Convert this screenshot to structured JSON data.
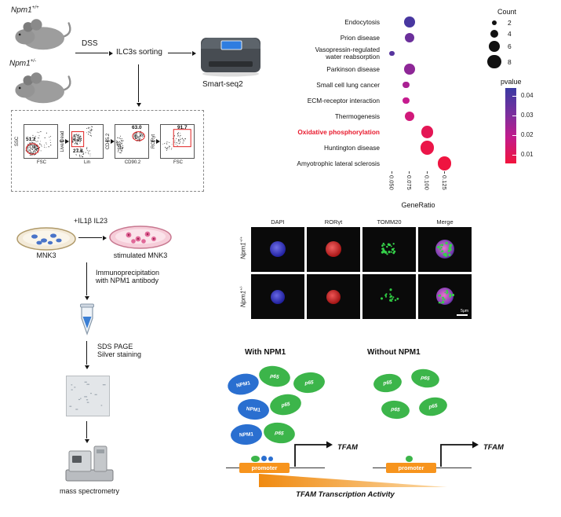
{
  "colors": {
    "highlight_red": "#e8192c",
    "npm1_blue": "#2a6fd0",
    "p65_green": "#3cb54a",
    "promoter_orange": "#f7941d",
    "gate_red": "#e01818"
  },
  "workflow": {
    "mouse1": {
      "gene": "Npm1",
      "genotype": "+/+"
    },
    "mouse2": {
      "gene": "Npm1",
      "genotype": "+/-"
    },
    "dss": "DSS",
    "sorting": "ILC3s sorting",
    "machine": "Smart-seq2",
    "facs": {
      "plots": [
        {
          "ylabel": "SSC",
          "xlabel": "FSC",
          "gate": "51.2"
        },
        {
          "ylabel": "Live/Dead",
          "xlabel": "Lin",
          "gate": "27.8"
        },
        {
          "ylabel": "CD45.2",
          "xlabel": "CD90.2",
          "gate": "63.0"
        },
        {
          "ylabel": "RORγt",
          "xlabel": "FSC",
          "gate": "91.7"
        }
      ]
    }
  },
  "chart_data": {
    "type": "scatter",
    "title": "",
    "xlabel": "GeneRatio",
    "xticks": [
      "0.050",
      "0.075",
      "0.100",
      "0.125"
    ],
    "xlim": [
      0.0375,
      0.1375
    ],
    "highlighted_category": "Oxidative phosphorylation",
    "points": [
      {
        "pathway": "Endocytosis",
        "gene_ratio": 0.075,
        "count": 6,
        "pvalue": 0.04
      },
      {
        "pathway": "Prion disease",
        "gene_ratio": 0.075,
        "count": 5,
        "pvalue": 0.035
      },
      {
        "pathway": "Vasopressin-regulated\nwater reabsorption",
        "gene_ratio": 0.05,
        "count": 2,
        "pvalue": 0.038
      },
      {
        "pathway": "Parkinson disease",
        "gene_ratio": 0.075,
        "count": 6,
        "pvalue": 0.03
      },
      {
        "pathway": "Small cell lung cancer",
        "gene_ratio": 0.07,
        "count": 3,
        "pvalue": 0.026
      },
      {
        "pathway": "ECM-receptor interaction",
        "gene_ratio": 0.07,
        "count": 3,
        "pvalue": 0.022
      },
      {
        "pathway": "Thermogenesis",
        "gene_ratio": 0.075,
        "count": 5,
        "pvalue": 0.017
      },
      {
        "pathway": "Oxidative phosphorylation",
        "gene_ratio": 0.1,
        "count": 7,
        "pvalue": 0.008
      },
      {
        "pathway": "Huntington disease",
        "gene_ratio": 0.1,
        "count": 8,
        "pvalue": 0.005
      },
      {
        "pathway": "Amyotrophic lateral sclerosis",
        "gene_ratio": 0.125,
        "count": 8,
        "pvalue": 0.003
      }
    ],
    "legend": {
      "count_title": "Count",
      "count_values": [
        2,
        4,
        6,
        8
      ],
      "pvalue_title": "pvalue",
      "pvalue_ticks": [
        "0.04",
        "0.03",
        "0.02",
        "0.01"
      ]
    }
  },
  "ip": {
    "treatment": "+IL1β IL23",
    "mnk3": "MNK3",
    "stimulated": "stimulated MNK3",
    "step_ip": "Immunoprecipitation\nwith NPM1 antibody",
    "step_sds": "SDS PAGE\nSilver staining",
    "final": "mass spectrometry"
  },
  "ifpanel": {
    "columns": [
      "DAPI",
      "RORγt",
      "TOMM20",
      "Merge"
    ],
    "row1": {
      "gene": "Npm1",
      "genotype": "+/+"
    },
    "row2": {
      "gene": "Npm1",
      "genotype": "+/-"
    },
    "scalebar": "5μm"
  },
  "model": {
    "with_title": "With NPM1",
    "without_title": "Without NPM1",
    "npm1_label": "NPM1",
    "p65_label": "p65",
    "promoter": "promoter",
    "tfam": "TFAM",
    "activity": "TFAM Transcription Activity"
  }
}
